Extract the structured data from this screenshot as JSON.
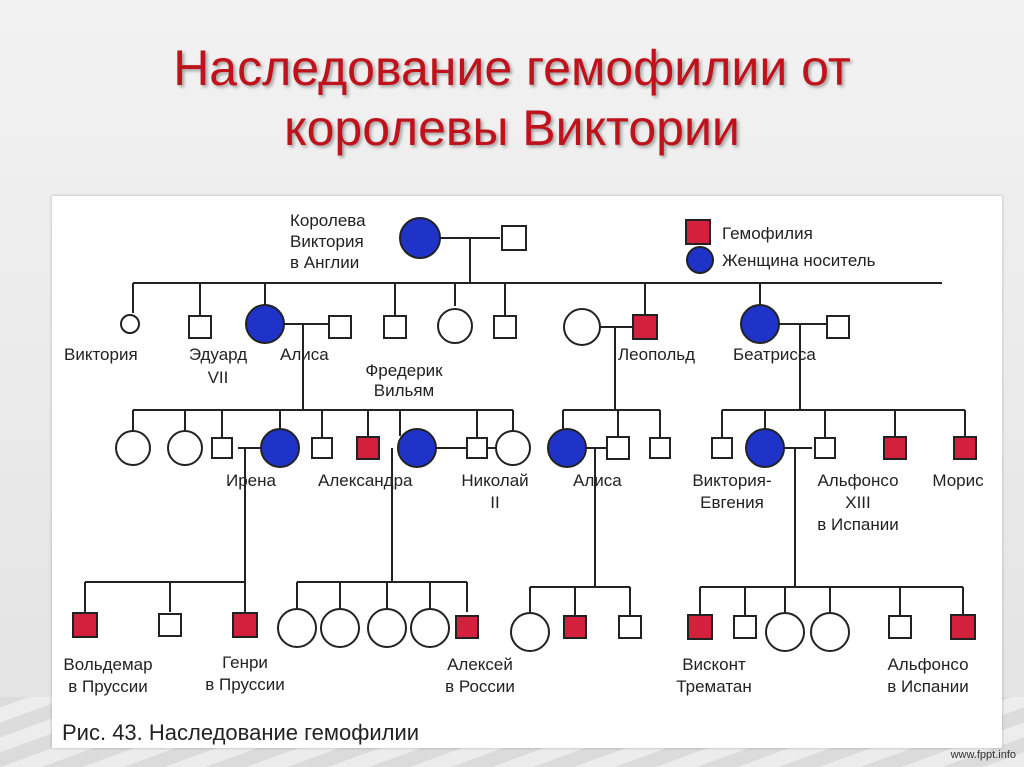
{
  "slide": {
    "title_line1": "Наследование гемофилии от",
    "title_line2": "королевы Виктории",
    "caption": "Рис. 43. Наследование гемофилии",
    "credit": "www.fppt.info"
  },
  "legend": {
    "hemophilia": "Гемофилия",
    "carrier": "Женщина носитель"
  },
  "colors": {
    "hemophilia": "#d3203c",
    "carrier": "#1f33c8",
    "title": "#c0121b",
    "line": "#222222"
  },
  "labels": {
    "victoria_queen": [
      "Королева",
      "Виктория",
      "в Англии"
    ],
    "victoria_daughter": "Виктория",
    "eduard": [
      "Эдуард",
      "VII"
    ],
    "alisa1": "Алиса",
    "frederik": [
      "Фредерик",
      "Вильям"
    ],
    "leopold": "Леопольд",
    "beatrissa": "Беатрисса",
    "irena": "Ирена",
    "aleksandra": "Александра",
    "nikolai": [
      "Николай",
      "II"
    ],
    "alisa2": "Алиса",
    "viktoria_evgenia": [
      "Виктория-",
      "Евгения"
    ],
    "alfonso13": [
      "Альфонсо",
      "XIII",
      "в Испании"
    ],
    "moris": "Морис",
    "voldemar": [
      "Вольдемар",
      "в Пруссии"
    ],
    "genri": [
      "Генри",
      "в Пруссии"
    ],
    "aleksei": [
      "Алексей",
      "в России"
    ],
    "viskont": [
      "Висконт",
      "Трематан"
    ],
    "alfonso_sp": [
      "Альфонсо",
      "в Испании"
    ]
  }
}
